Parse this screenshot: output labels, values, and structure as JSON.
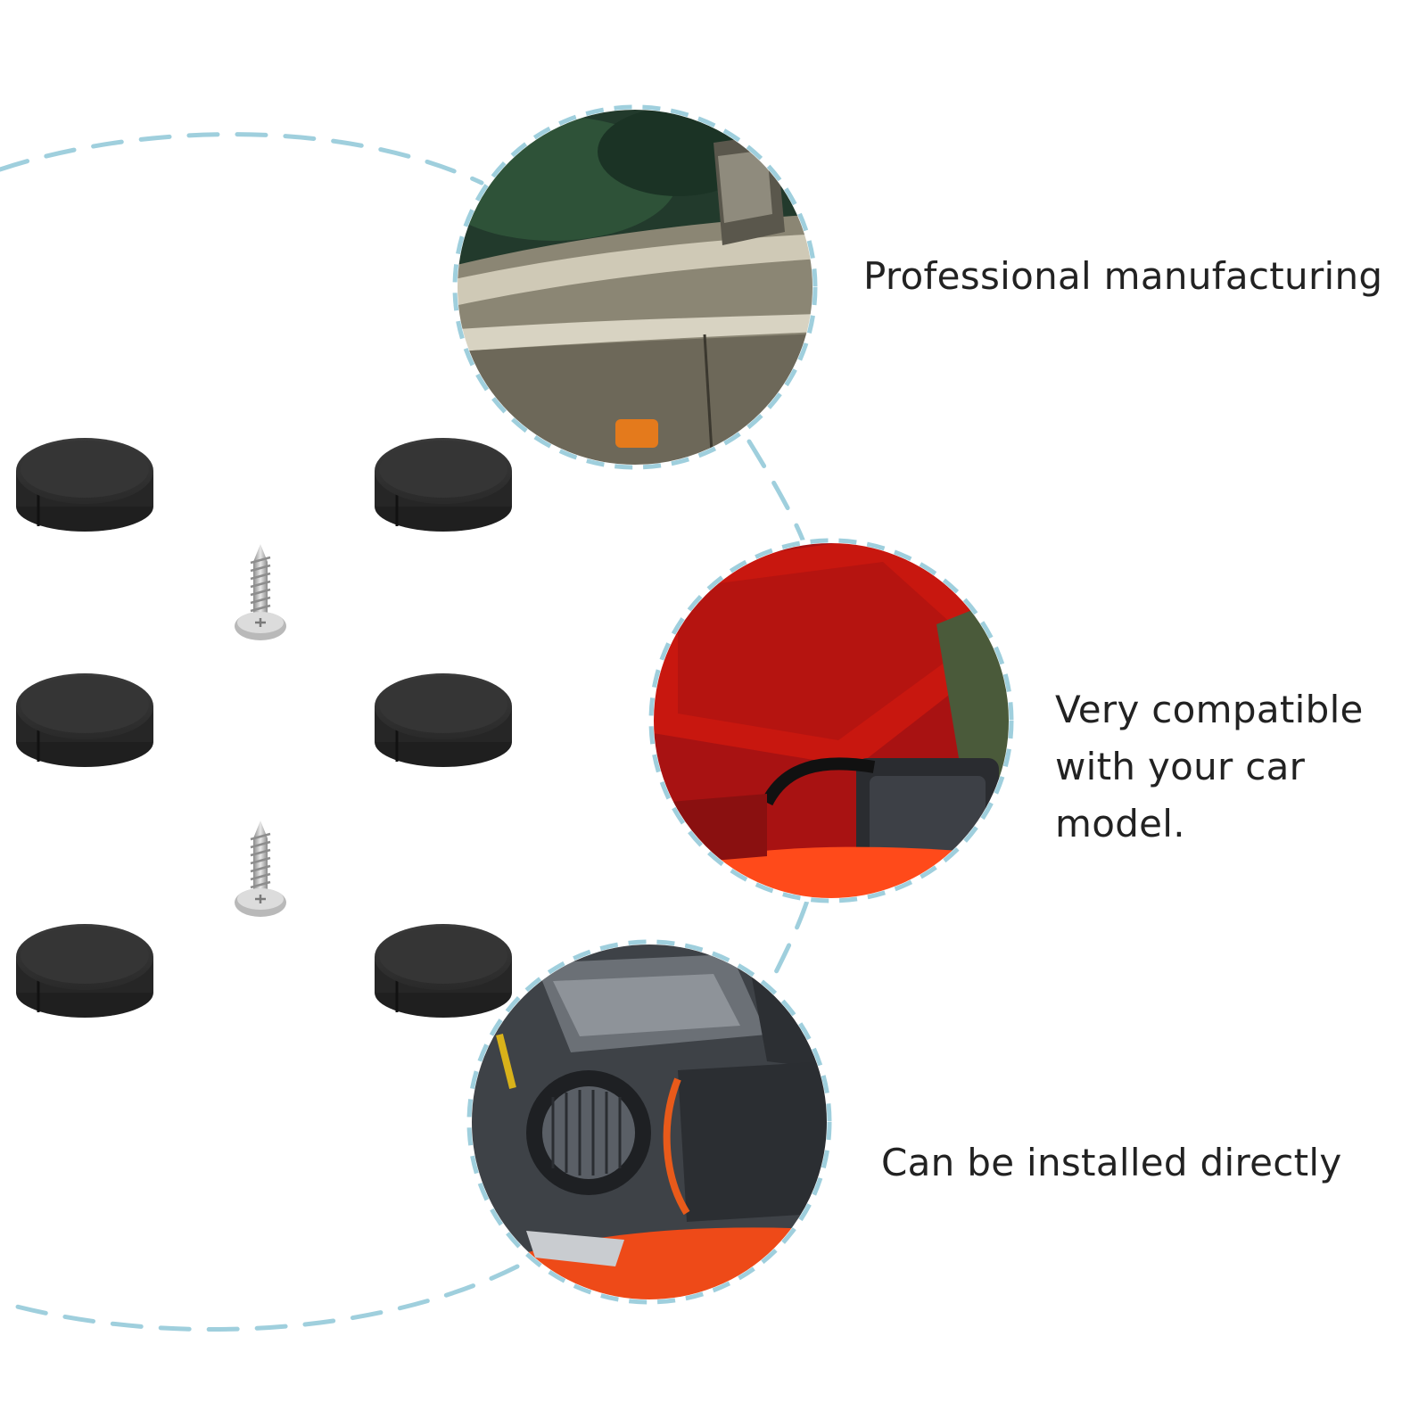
{
  "colors": {
    "background": "#ffffff",
    "dashed_line": "#9fcfdd",
    "text": "#222222",
    "rubber_pad": "#2b2b2b",
    "screw": "#bdbdbd"
  },
  "product": {
    "rubber_pads_count": 6,
    "screws_count": 2
  },
  "features": [
    {
      "lines": [
        "Professional manufacturing"
      ],
      "photo": "car-body-panel-photo",
      "photo_palette": [
        "#1d3a2a",
        "#8a8573",
        "#c9c4b2",
        "#6f6a5c",
        "#e07a1f"
      ]
    },
    {
      "lines": [
        "Very compatible",
        "with your car",
        "model."
      ],
      "photo": "open-car-hood-photo",
      "photo_palette": [
        "#b01010",
        "#d81d12",
        "#3a3d42",
        "#1a1a1a",
        "#ff4a1a"
      ]
    },
    {
      "lines": [
        "Can be installed directly"
      ],
      "photo": "engine-bay-photo",
      "photo_palette": [
        "#5a5e64",
        "#2f3236",
        "#8d9196",
        "#e85a1a",
        "#f0f0f0"
      ]
    }
  ]
}
